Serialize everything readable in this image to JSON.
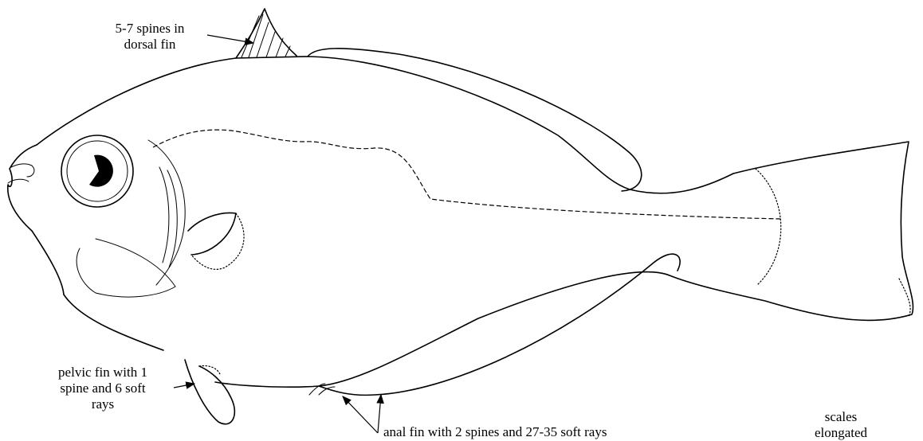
{
  "labels": {
    "dorsal_line1": "5-7 spines in",
    "dorsal_line2": "dorsal fin",
    "pelvic_line1": "pelvic fin with 1",
    "pelvic_line2": "spine and 6 soft",
    "pelvic_line3": "rays",
    "anal": "anal fin with 2 spines and 27-35 soft rays",
    "scales_line1": "scales",
    "scales_line2": "elongated"
  }
}
